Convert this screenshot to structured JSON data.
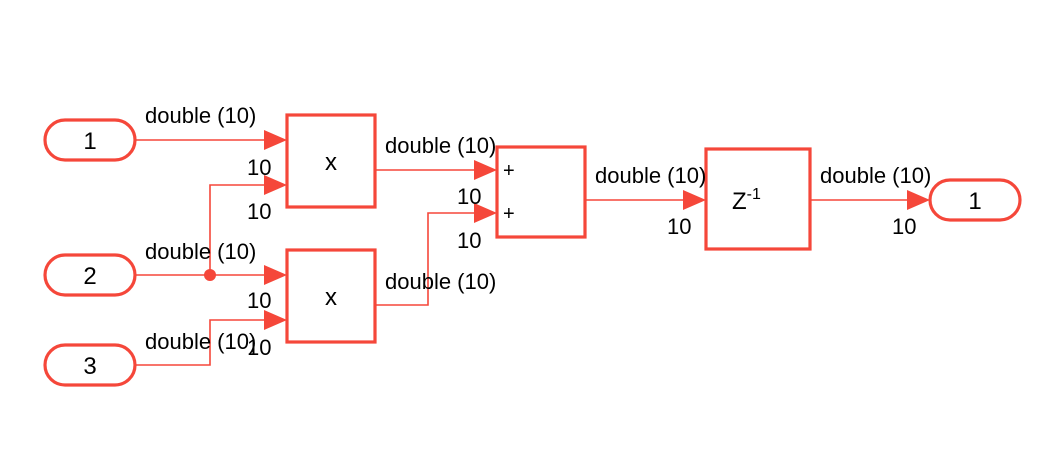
{
  "colors": {
    "wire": "#f5473a",
    "block_border": "#f5473a",
    "background": "#ffffff",
    "text": "#000000"
  },
  "inports": [
    {
      "label": "1"
    },
    {
      "label": "2"
    },
    {
      "label": "3"
    }
  ],
  "outport": {
    "label": "1"
  },
  "blocks": {
    "product1": {
      "label": "x"
    },
    "product2": {
      "label": "x"
    },
    "sum": {
      "sign1": "+",
      "sign2": "+"
    },
    "delay": {
      "base": "Z",
      "exponent": "-1"
    }
  },
  "signals": {
    "in1": "double (10)",
    "in2": "double (10)",
    "in3": "double (10)",
    "prod1_out": "double (10)",
    "prod2_out": "double (10)",
    "sum_out": "double (10)",
    "delay_out": "double (10)"
  },
  "dims": {
    "p1_in1": "10",
    "p1_in2": "10",
    "p2_in1": "10",
    "p2_in2": "10",
    "sum_in1": "10",
    "sum_in2": "10",
    "delay_in": "10",
    "out_in": "10"
  }
}
